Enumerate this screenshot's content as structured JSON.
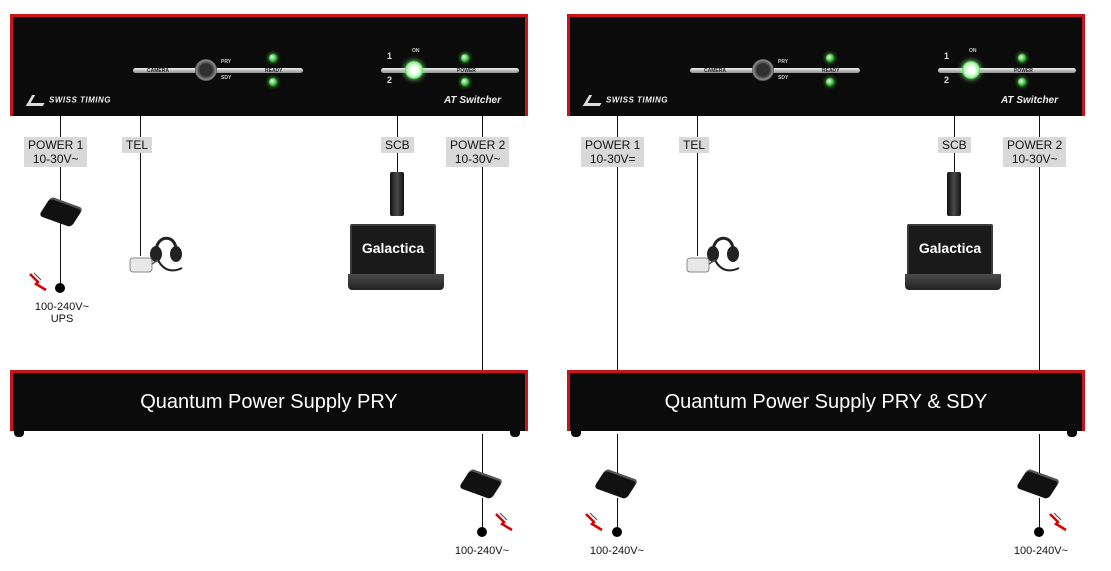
{
  "left": {
    "switcher": {
      "brand": "SWISS TIMING",
      "product": "AT Switcher",
      "camera_label": "CAMERA",
      "pry": "PRY",
      "sdy": "SDY",
      "ready": "READY",
      "on": "ON",
      "one": "1",
      "two": "2",
      "power": "POWER"
    },
    "connectors": {
      "power1": {
        "name": "POWER 1",
        "spec": "10-30V~"
      },
      "tel": "TEL",
      "scb": "SCB",
      "power2": {
        "name": "POWER 2",
        "spec": "10-30V~"
      }
    },
    "laptop_label": "Galactica",
    "mains_top": {
      "voltage": "100-240V~",
      "note": "UPS"
    },
    "power_supply": "Quantum Power Supply PRY",
    "mains_bottom": "100-240V~"
  },
  "right": {
    "switcher": {
      "brand": "SWISS TIMING",
      "product": "AT Switcher",
      "camera_label": "CAMERA",
      "pry": "PRY",
      "sdy": "SDY",
      "ready": "READY",
      "on": "ON",
      "one": "1",
      "two": "2",
      "power": "POWER"
    },
    "connectors": {
      "power1": {
        "name": "POWER 1",
        "spec": "10-30V="
      },
      "tel": "TEL",
      "scb": "SCB",
      "power2": {
        "name": "POWER 2",
        "spec": "10-30V~"
      }
    },
    "laptop_label": "Galactica",
    "power_supply": "Quantum Power Supply PRY & SDY",
    "mains_bottom_left": "100-240V~",
    "mains_bottom_right": "100-240V~"
  },
  "colors": {
    "box": "#0b0b0b",
    "accent": "#c8141b",
    "led": "#3bbf3b",
    "label_bg": "#d9d9d9"
  }
}
